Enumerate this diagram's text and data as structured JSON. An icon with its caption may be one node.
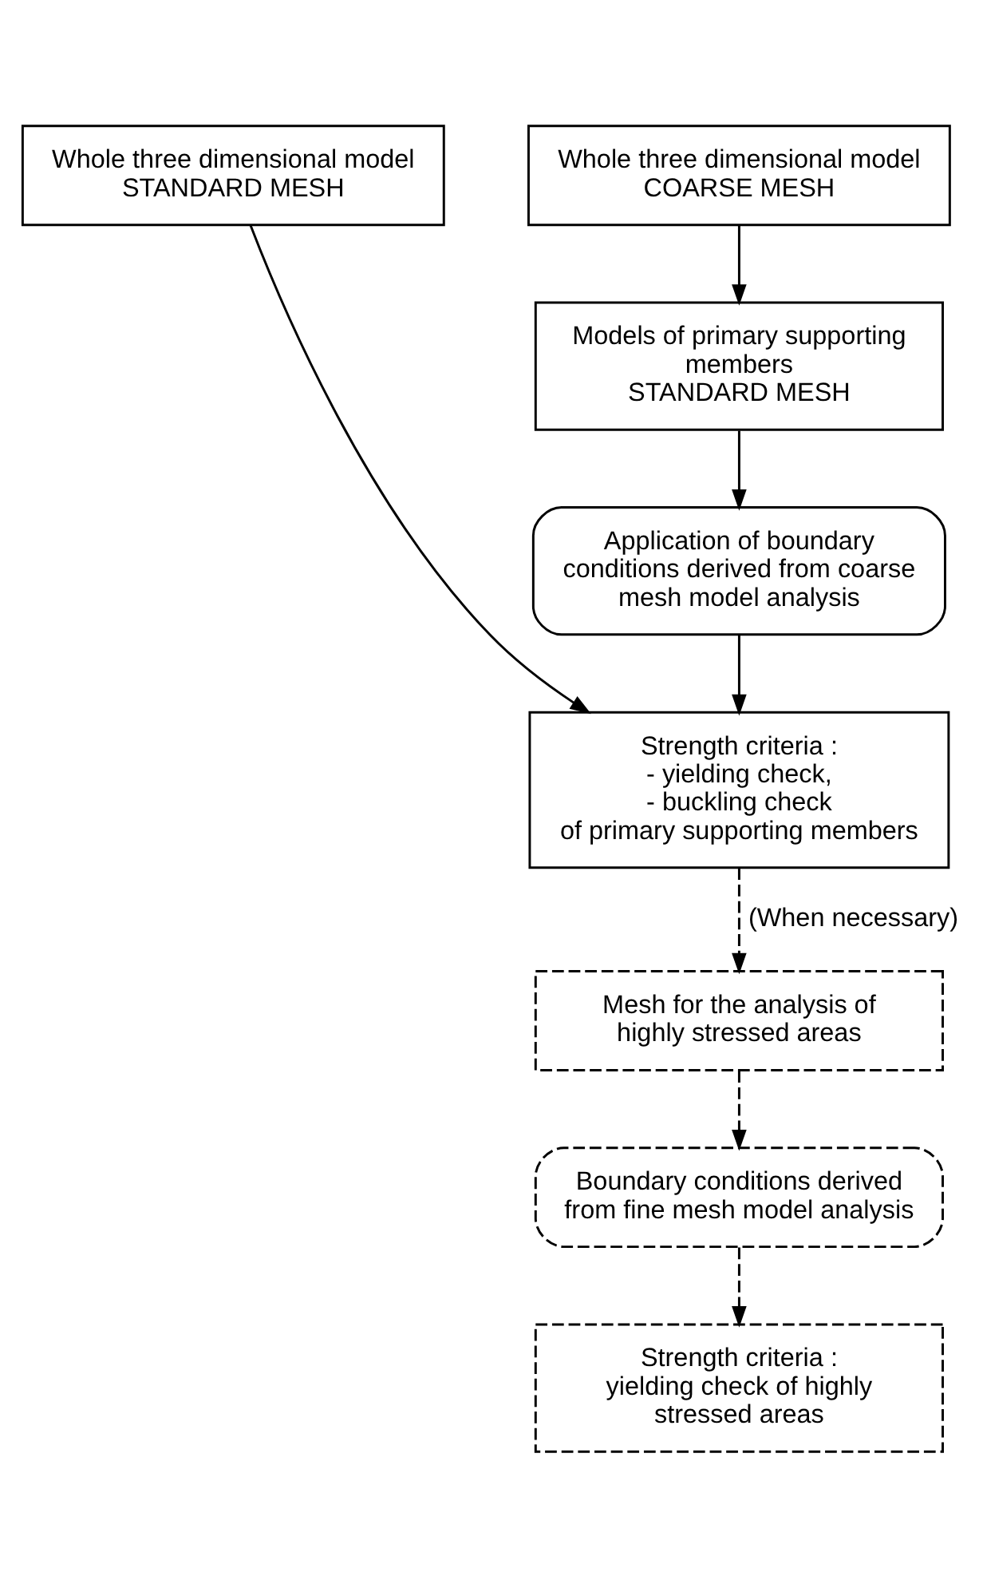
{
  "diagram": {
    "nodes": [
      {
        "text": [
          "Whole three dimensional model",
          "STANDARD MESH"
        ]
      },
      {
        "text": [
          "Whole three dimensional model",
          "COARSE MESH"
        ]
      },
      {
        "text": [
          "Models of primary supporting members",
          "STANDARD MESH"
        ]
      },
      {
        "text": [
          "Application of boundary conditions derived from coarse mesh model analysis"
        ]
      },
      {
        "text": [
          "Strength criteria :",
          "- yielding check,",
          "- buckling check",
          "of primary supporting members"
        ]
      },
      {
        "text": [
          "Mesh for the analysis of highly stressed areas"
        ]
      },
      {
        "text": [
          "Boundary conditions derived from fine mesh model analysis"
        ]
      },
      {
        "text": [
          "Strength criteria :",
          "yielding check of highly stressed areas"
        ]
      }
    ],
    "edges": [
      {
        "from": 0,
        "to": 4,
        "arrow": "to"
      },
      {
        "from": 1,
        "to": 2,
        "arrow": "to"
      },
      {
        "from": 2,
        "to": 3,
        "arrow": "to"
      },
      {
        "from": 3,
        "to": 4,
        "arrow": "to"
      },
      {
        "from": 4,
        "to": 5,
        "arrow": "to",
        "style": "dashed",
        "label": "(When necessary)"
      },
      {
        "from": 5,
        "to": 6,
        "arrow": "to",
        "style": "dashed"
      },
      {
        "from": 6,
        "to": 7,
        "arrow": "to",
        "style": "dashed"
      }
    ]
  }
}
